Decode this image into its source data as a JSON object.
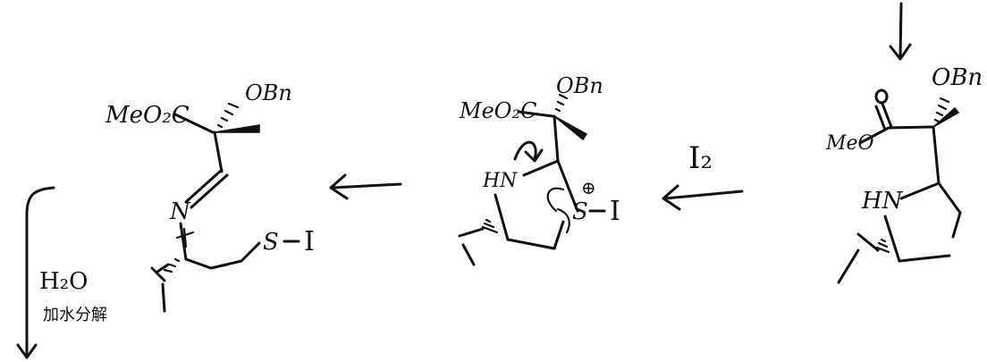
{
  "labels": {
    "mol_right": {
      "obn": "OBn",
      "meo": "MeO",
      "hn": "HN"
    },
    "reagent_i2": "I₂",
    "mol_middle": {
      "obn": "OBn",
      "meo2c": "MeO₂C",
      "hn": "HN",
      "s": "S",
      "charge": "⊕",
      "i": "I"
    },
    "mol_left": {
      "obn": "OBn",
      "meo2c": "MeO₂C",
      "n": "N",
      "s": "S",
      "i": "I"
    },
    "h2o": "H₂O",
    "hydrolysis": "加水分解"
  },
  "colors": {
    "ink": "#111111",
    "background": "#ffffff"
  }
}
